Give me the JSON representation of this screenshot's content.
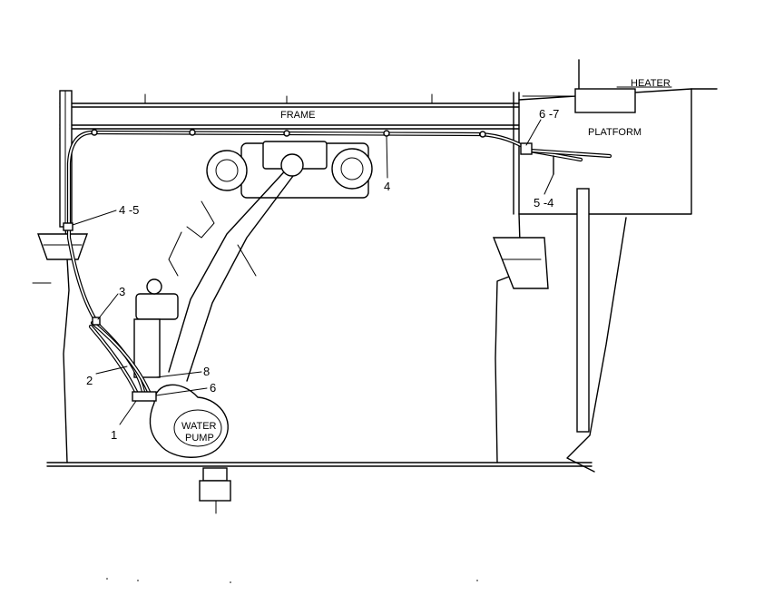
{
  "labels": {
    "frame": "FRAME",
    "heater": "HEATER",
    "platform": "PLATFORM",
    "water_pump_line1": "WATER",
    "water_pump_line2": "PUMP"
  },
  "callouts": {
    "c1": "1",
    "c2": "2",
    "c3": "3",
    "c4": "4",
    "c45": "4 -5",
    "c54": "5 -4",
    "c6": "6",
    "c67": "6 -7",
    "c8": "8"
  },
  "colors": {
    "line": "#000000",
    "background": "#ffffff"
  }
}
